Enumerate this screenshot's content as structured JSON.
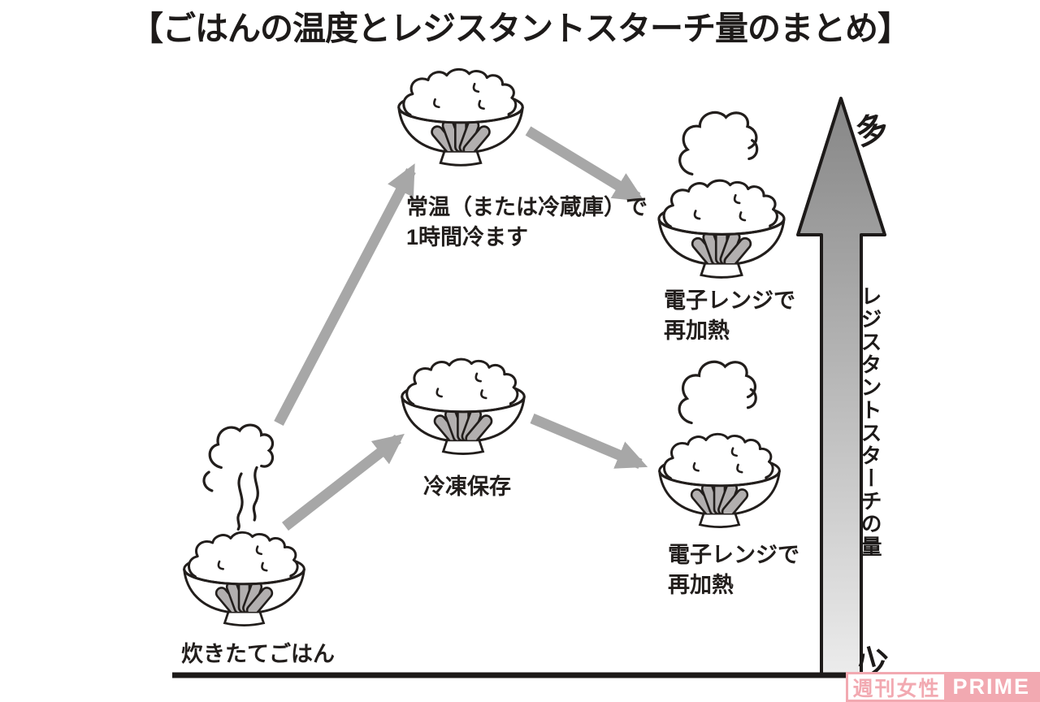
{
  "title": "【ごはんの温度とレジスタントスターチ量のまとめ】",
  "nodes": {
    "fresh": {
      "label": "炊きたてごはん"
    },
    "cooled": {
      "line1": "常温（または冷蔵庫）で",
      "line2": "1時間冷ます"
    },
    "frozen": {
      "label": "冷凍保存"
    },
    "reheat_top": {
      "line1": "電子レンジで",
      "line2": "再加熱"
    },
    "reheat_bottom": {
      "line1": "電子レンジで",
      "line2": "再加熱"
    }
  },
  "axis": {
    "top": "多",
    "bottom": "少",
    "label": "レジスタントスターチの量"
  },
  "watermark": {
    "magazine": "週刊女性",
    "brand": "PRIME"
  },
  "colors": {
    "ink": "#221e1c",
    "arrow_gray": "#a7a7a7",
    "petal_gray": "#b2afaf",
    "axis_gradient_top": "#868686",
    "axis_gradient_bottom": "#ececec",
    "watermark_pink": "#f2a9b1"
  }
}
